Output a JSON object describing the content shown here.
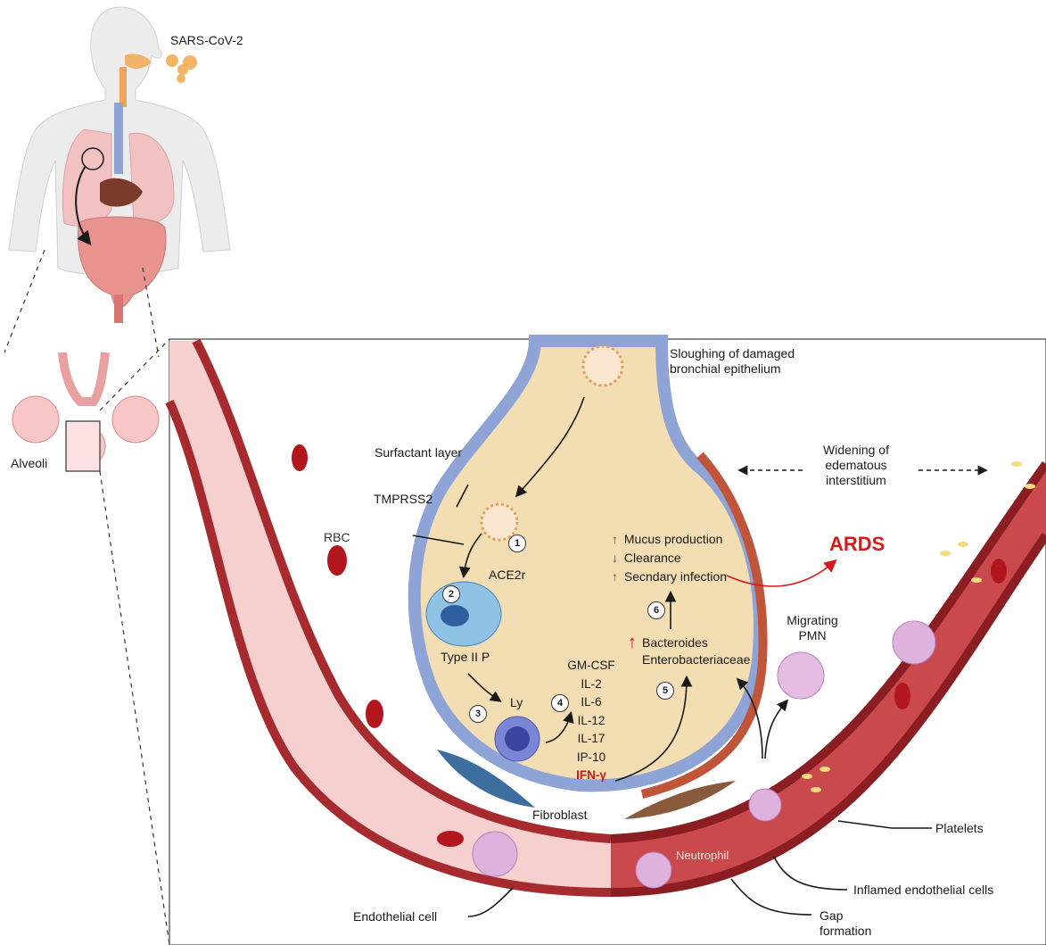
{
  "colors": {
    "vessel_wall": "#a62a2e",
    "vessel_lumen": "#f6cfcf",
    "inflamed_lumen": "#c9494c",
    "alveolus_fill": "#f3ddb3",
    "epithelium": "#8fa4d6",
    "ards_red": "#d41a1a"
  },
  "labels": {
    "virus": "SARS-CoV-2",
    "alveoli": "Alveoli",
    "rbc": "RBC",
    "sloughing": "Sloughing of damaged\nbronchial epithelium",
    "surfactant": "Surfactant layer",
    "tmprss2": "TMPRSS2",
    "ace2r": "ACE2r",
    "type2p": "Type II P",
    "ly": "Ly",
    "widening": "Widening of\nedematous\ninterstitium",
    "ards": "ARDS",
    "migrating_pmn": "Migrating\nPMN",
    "fibroblast": "Fibroblast",
    "neutrophil": "Neutrophil",
    "platelets": "Platelets",
    "inflamed_endo": "Inflamed endothelial cells",
    "endothelial": "Endothelial cell",
    "gap": "Gap\nformation"
  },
  "effects": [
    {
      "arrow": "↑",
      "text": "Mucus production"
    },
    {
      "arrow": "↓",
      "text": "Clearance"
    },
    {
      "arrow": "↑",
      "text": "Secndary infection"
    }
  ],
  "bacteria": {
    "arrow": "↑",
    "items": [
      "Bacteroides",
      "Enterobacteriaceae"
    ]
  },
  "cytokines": [
    "GM-CSF",
    "IL-2",
    "IL-6",
    "IL-12",
    "IL-17",
    "IP-10"
  ],
  "cytokine_highlight": "IFN-γ",
  "steps": [
    "1",
    "2",
    "3",
    "4",
    "5",
    "6"
  ]
}
